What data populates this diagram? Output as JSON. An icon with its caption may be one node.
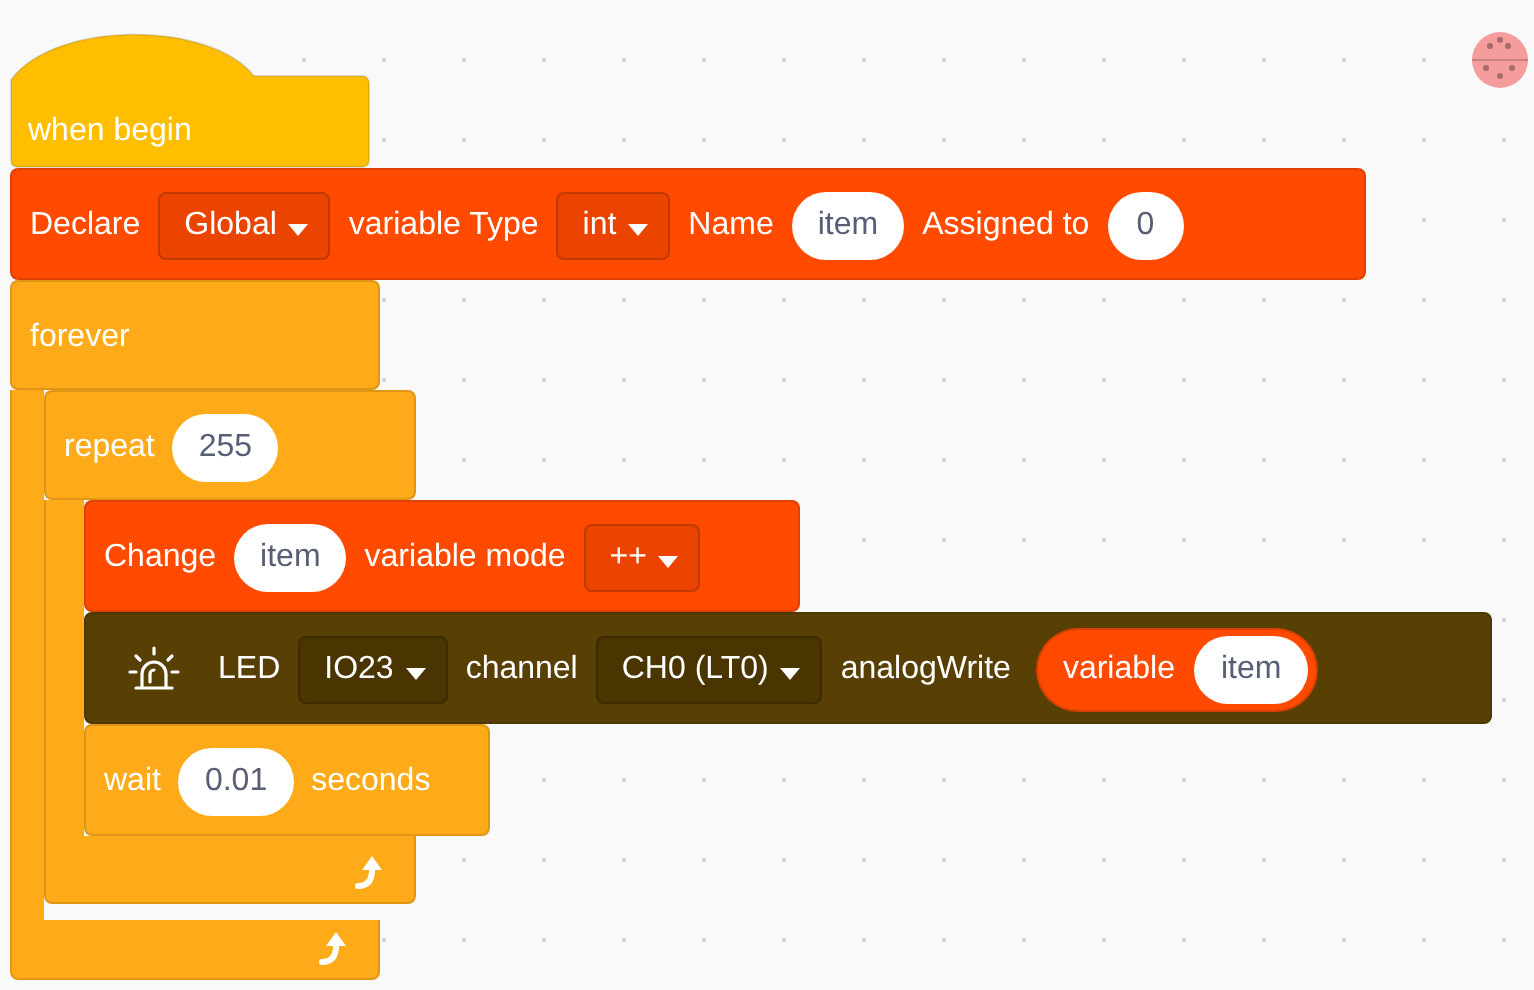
{
  "diagram": {
    "nodes": [
      {
        "text": [
          "when begin"
        ]
      },
      {
        "text": [
          "Declare",
          "variable Type",
          "Name",
          "Assigned to"
        ]
      },
      {
        "text": [
          "Global"
        ],
        "in": 1
      },
      {
        "text": [
          "int"
        ],
        "in": 1
      },
      {
        "text": [
          "item"
        ],
        "in": 1
      },
      {
        "text": [
          "0"
        ],
        "in": 1
      },
      {
        "text": [
          "forever"
        ]
      },
      {
        "text": [
          "repeat"
        ]
      },
      {
        "text": [
          "255"
        ],
        "in": 7
      },
      {
        "text": [
          "Change",
          "variable mode"
        ]
      },
      {
        "text": [
          "item"
        ],
        "in": 9
      },
      {
        "text": [
          "++"
        ],
        "in": 9
      },
      {
        "text": [
          "LED",
          "channel",
          "analogWrite"
        ]
      },
      {
        "text": [
          "IO23"
        ],
        "in": 12
      },
      {
        "text": [
          "CH0 (LT0)"
        ],
        "in": 12
      },
      {
        "text": [
          "variable"
        ],
        "in": 12
      },
      {
        "text": [
          "item"
        ],
        "in": 15
      },
      {
        "text": [
          "wait",
          "seconds"
        ]
      },
      {
        "text": [
          "0.01"
        ],
        "in": 17
      },
      {
        "text": [],
        "shape": "bar"
      },
      {
        "text": [],
        "shape": "bar"
      }
    ]
  }
}
